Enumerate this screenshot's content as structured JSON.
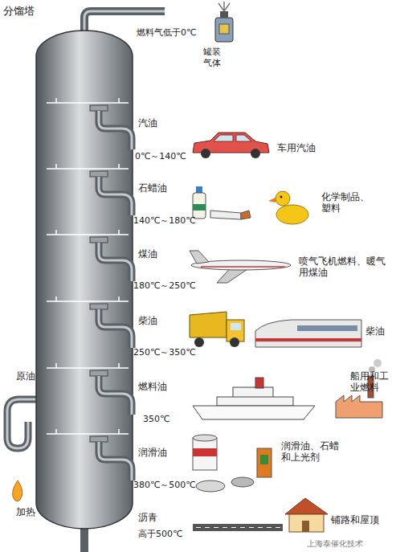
{
  "diagram": {
    "title": "分馏塔",
    "labels": [
      "燃料气低于0℃",
      "罐装 气体",
      "汽油",
      "车用汽油",
      "0℃～140℃",
      "石蜡油",
      "化学制品、塑料",
      "140℃～180℃",
      "煤油",
      "喷气飞机燃料、暖气用煤油",
      "180℃～250℃",
      "柴油",
      "柴油",
      "250℃～350℃",
      "原油",
      "燃料油",
      "船用和工业燃料",
      "350℃",
      "加热",
      "润滑油",
      "润滑油、石蜡和上光剂",
      "380℃～500℃",
      "沥青",
      "铺路和屋顶",
      "高于500℃",
      "上海泰催化技术"
    ]
  }
}
